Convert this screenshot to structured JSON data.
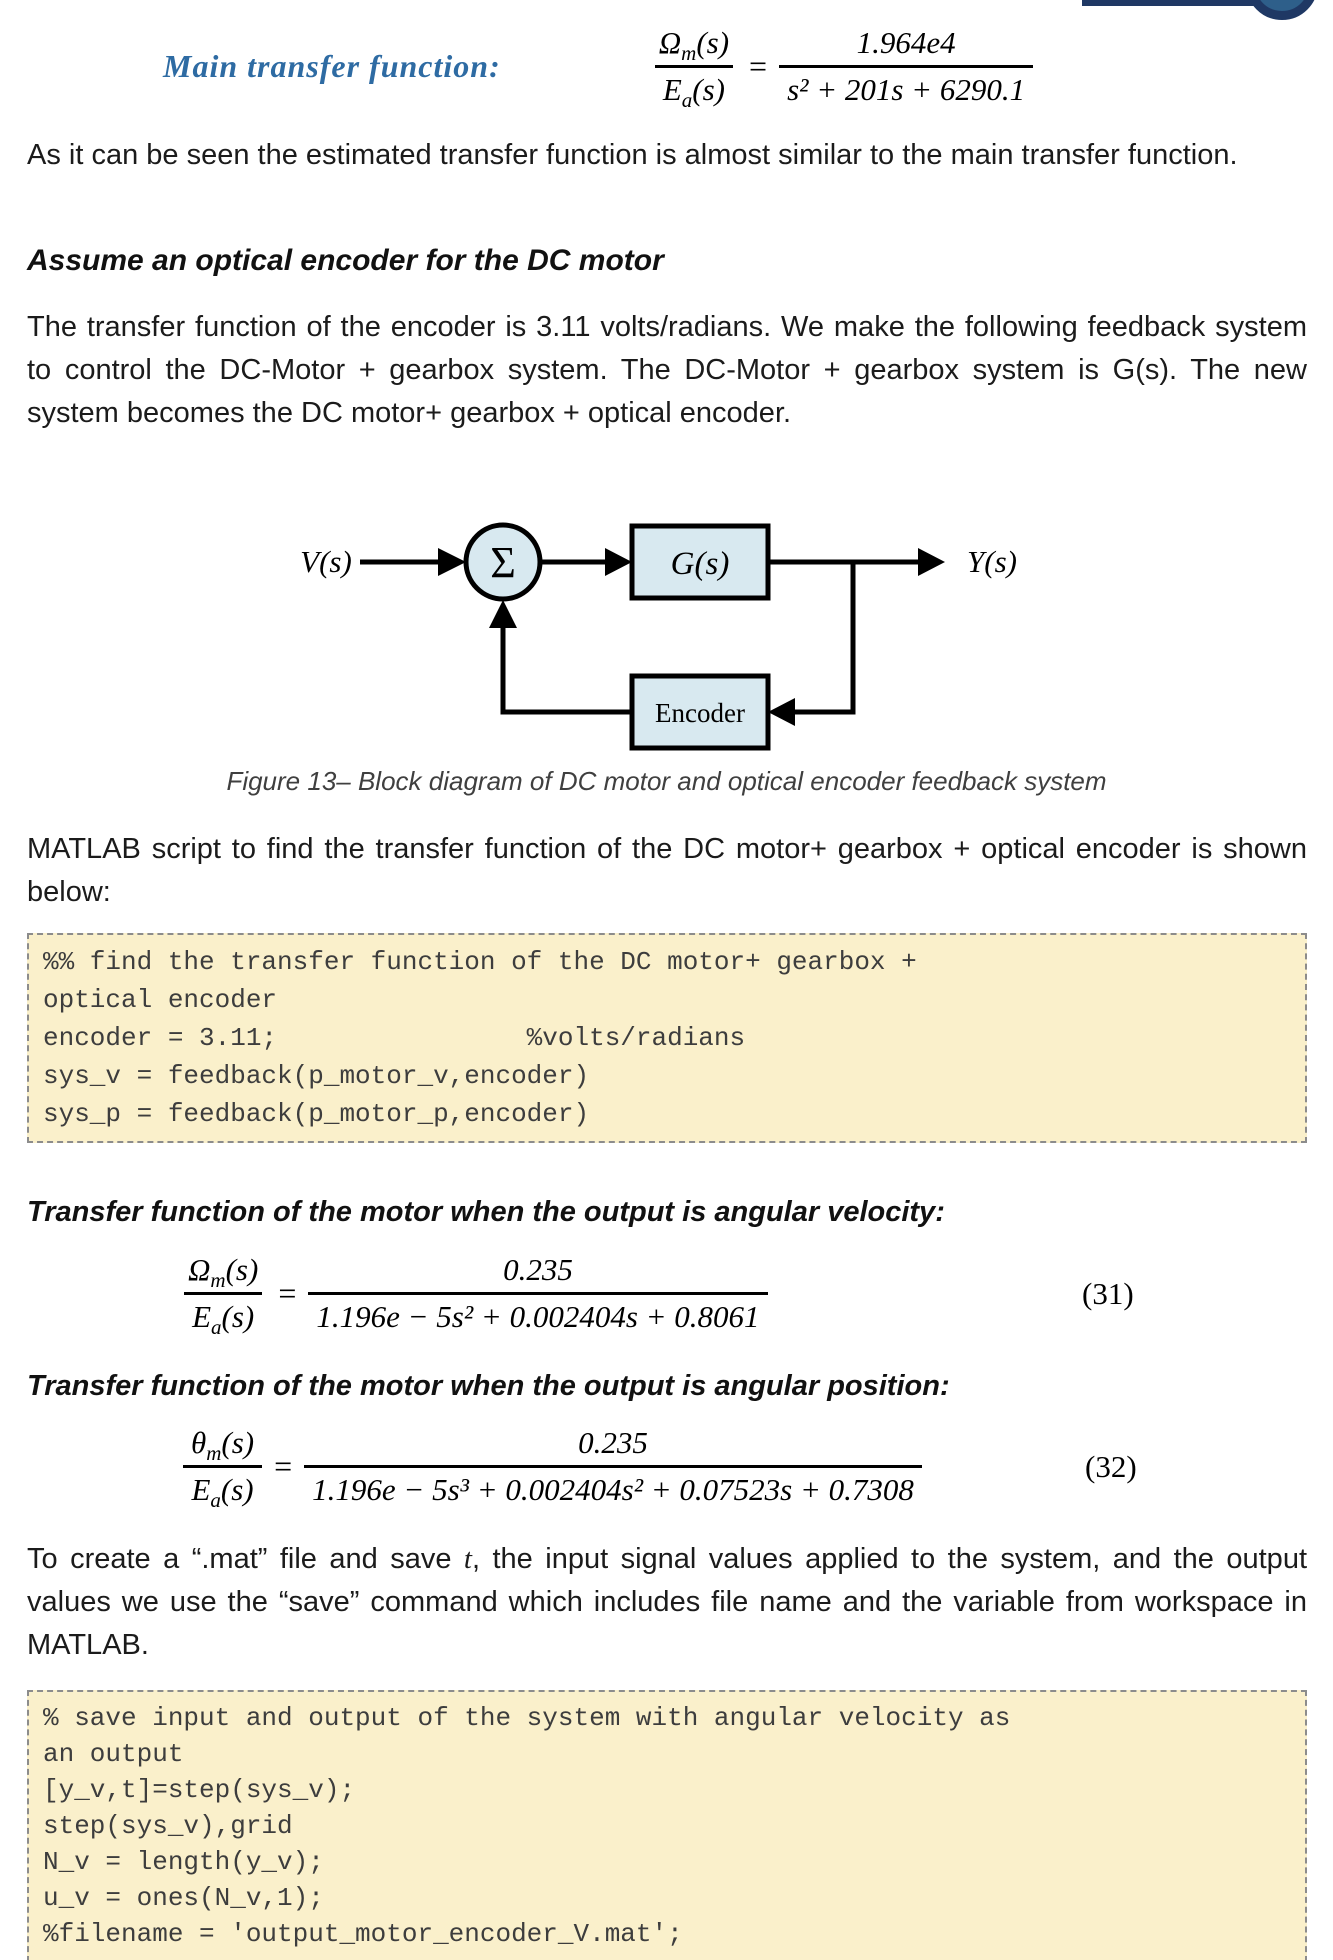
{
  "decoration": {
    "bar_color": "#1f3864",
    "circle_color": "#2e5f8a"
  },
  "main_tf": {
    "label": "Main transfer function:",
    "lhs": {
      "num_sym": "Ω",
      "num_sub": "m",
      "num_paren": "(s)",
      "den_sym": "E",
      "den_sub": "a",
      "den_paren": "(s)"
    },
    "equals": "=",
    "rhs_num": "1.964e4",
    "rhs_den": "s² + 201s + 6290.1"
  },
  "paragraphs": {
    "p1": "As it can be seen the estimated transfer function is almost similar to the main transfer function.",
    "p2": "The transfer function of the encoder is 3.11 volts/radians. We make the following feedback system to control the DC-Motor + gearbox system. The DC-Motor + gearbox system is G(s). The new system becomes the DC motor+ gearbox + optical encoder.",
    "p3": "MATLAB script to find the transfer function of the DC motor+ gearbox + optical encoder is shown below:",
    "p4_part1": "To create a “.mat” file and save ",
    "p4_italic_t": "t",
    "p4_part2": ", the input signal values applied to the system, and the output values we use the “save” command which includes file name and the variable from workspace in MATLAB."
  },
  "headings": {
    "h1": "Assume an optical encoder for the DC motor",
    "h_velocity": "Transfer function of the motor when the output is angular velocity:",
    "h_position": "Transfer function of the motor when the output is angular position:"
  },
  "diagram": {
    "input_label": "V(s)",
    "sum_symbol": "Σ",
    "plant_label": "G(s)",
    "output_label": "Y(s)",
    "feedback_label": "Encoder",
    "block_fill": "#d8e9f0",
    "caption": "Figure 13– Block diagram of DC motor and optical encoder feedback system"
  },
  "code_block_1": {
    "lines": [
      "%% find the transfer function of the DC motor+ gearbox +",
      "optical encoder",
      "encoder = 3.11;                %volts/radians",
      "sys_v = feedback(p_motor_v,encoder)",
      "sys_p = feedback(p_motor_p,encoder)"
    ]
  },
  "eq31": {
    "lhs": {
      "num_sym": "Ω",
      "num_sub": "m",
      "num_paren": "(s)",
      "den_sym": "E",
      "den_sub": "a",
      "den_paren": "(s)"
    },
    "equals": "=",
    "rhs_num": "0.235",
    "rhs_den": "1.196e − 5s² + 0.002404s + 0.8061",
    "number": "(31)"
  },
  "eq32": {
    "lhs": {
      "num_sym": "θ",
      "num_sub": "m",
      "num_paren": "(s)",
      "den_sym": "E",
      "den_sub": "a",
      "den_paren": "(s)"
    },
    "equals": "=",
    "rhs_num": "0.235",
    "rhs_den": "1.196e − 5s³ + 0.002404s² + 0.07523s + 0.7308",
    "number": "(32)"
  },
  "code_block_2": {
    "lines": [
      "% save input and output of the system with angular velocity as",
      "an output",
      "[y_v,t]=step(sys_v);",
      "step(sys_v),grid",
      "N_v = length(y_v);",
      "u_v = ones(N_v,1);",
      "%filename = 'output_motor_encoder_V.mat';"
    ]
  }
}
